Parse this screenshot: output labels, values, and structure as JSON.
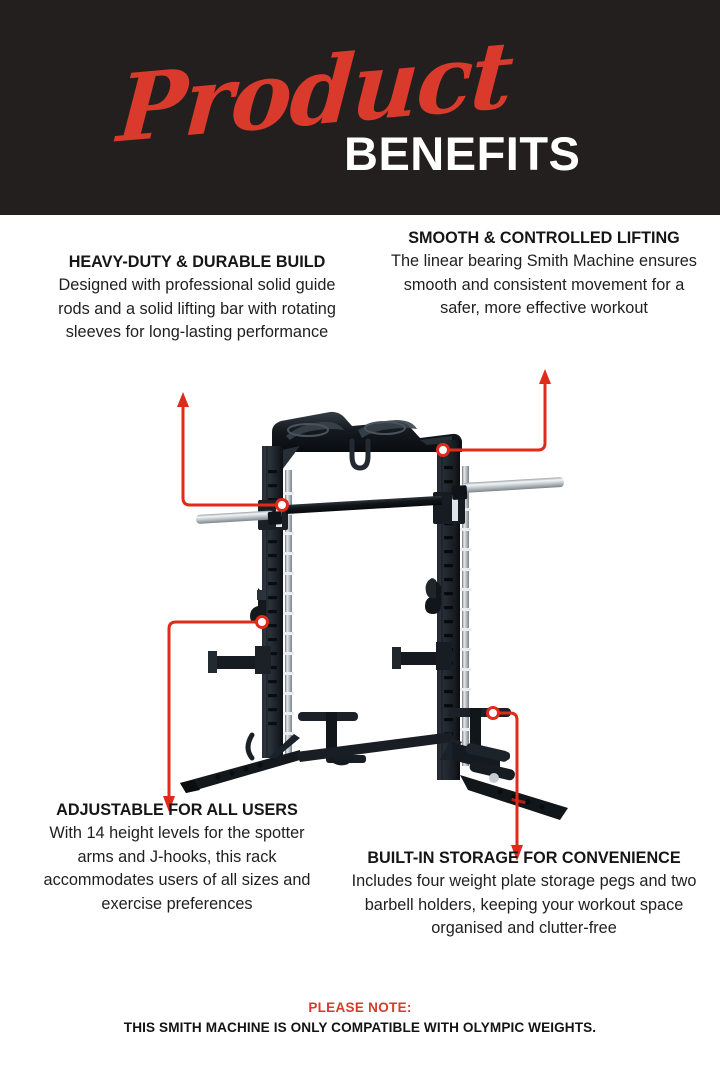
{
  "header": {
    "script_title": "Product",
    "bold_title": "BENEFITS",
    "background_color": "#221F1E",
    "accent_color": "#D93A2B"
  },
  "callouts": [
    {
      "id": "heavy-duty",
      "heading": "HEAVY-DUTY & DURABLE BUILD",
      "body": "Designed with professional solid guide rods and a solid lifting bar with rotating sleeves for long-lasting performance"
    },
    {
      "id": "smooth-lifting",
      "heading": "SMOOTH & CONTROLLED LIFTING",
      "body": "The linear bearing Smith Machine ensures smooth and consistent movement for a safer, more effective workout"
    },
    {
      "id": "adjustable",
      "heading": "ADJUSTABLE FOR ALL USERS",
      "body": "With 14 height levels for the spotter arms and J-hooks, this rack accommodates users of all sizes and exercise preferences"
    },
    {
      "id": "storage",
      "heading": "BUILT-IN STORAGE FOR CONVENIENCE",
      "body": "Includes four weight plate storage pegs and two barbell holders, keeping your workout space organised and clutter-free"
    }
  ],
  "product": {
    "name": "Smith Machine Half Rack",
    "frame_color": "#1d2228",
    "chrome_color": "#cfd4d8"
  },
  "footer": {
    "note_label": "PLEASE NOTE:",
    "note_text": "THIS SMITH MACHINE IS ONLY COMPATIBLE WITH OLYMPIC WEIGHTS.",
    "note_label_color": "#D93A2B"
  },
  "annotations": {
    "arrow_color": "#E02B1A"
  }
}
